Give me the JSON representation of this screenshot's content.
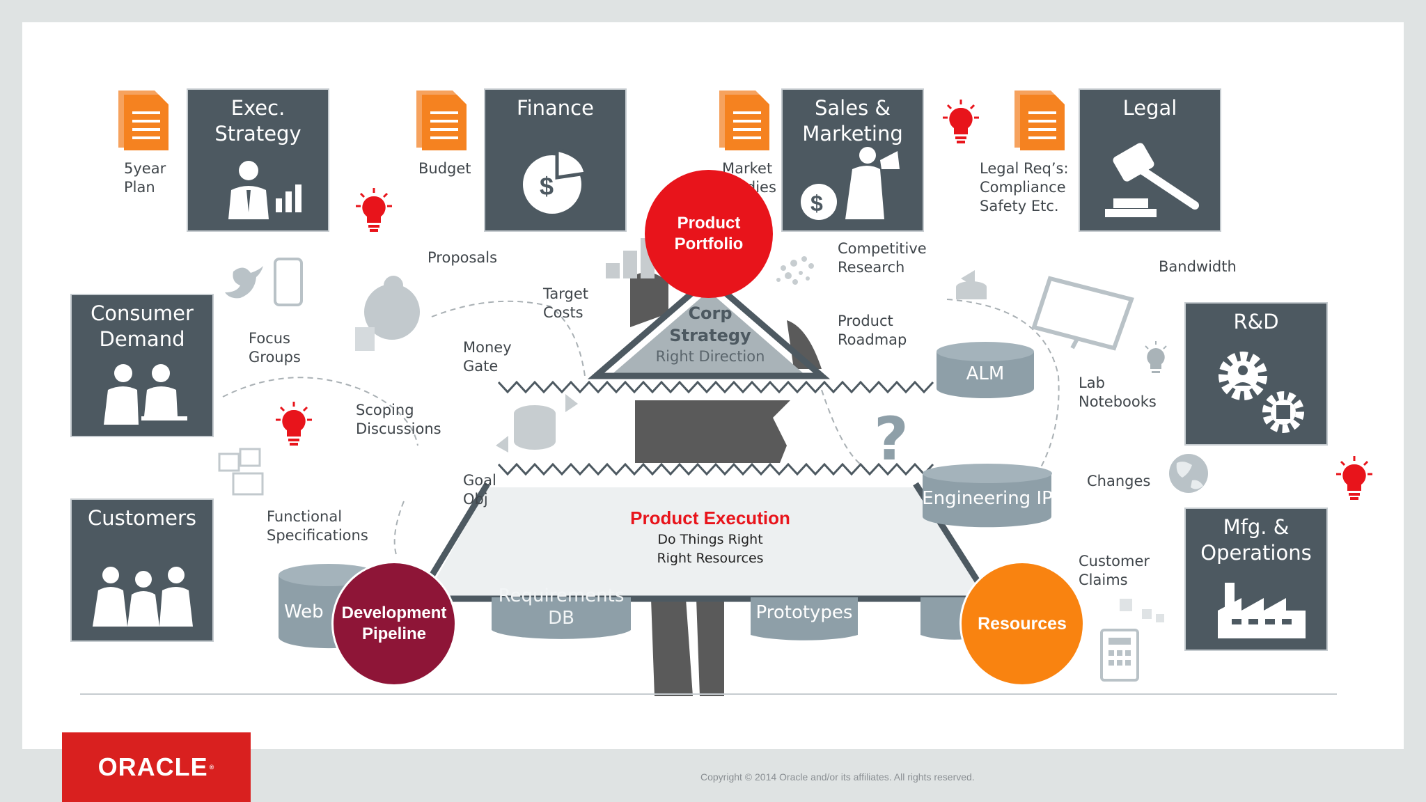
{
  "boxes": {
    "exec": "Exec.\nStrategy",
    "finance": "Finance",
    "sales": "Sales &\nMarketing",
    "legal": "Legal",
    "consumer": "Consumer\nDemand",
    "customers": "Customers",
    "rnd": "R&D",
    "mfg": "Mfg. &\nOperations"
  },
  "labels": {
    "five_year_plan": "5year\nPlan",
    "budget": "Budget",
    "market_studies": "Market\nStudies",
    "legal_req": "Legal Req’s:\nCompliance\nSafety Etc.",
    "proposals": "Proposals",
    "competitive_research": "Competitive\nResearch",
    "bandwidth": "Bandwidth",
    "target_costs": "Target\nCosts",
    "focus_groups": "Focus\nGroups",
    "money_gate": "Money\nGate",
    "product_roadmap": "Product\nRoadmap",
    "lab_notebooks": "Lab\nNotebooks",
    "scoping_discussions": "Scoping\nDiscussions",
    "goal_obj": "Goal\nObj",
    "changes": "Changes",
    "functional_specifications": "Functional\nSpecifications",
    "customer_claims": "Customer\nClaims"
  },
  "pyramid": {
    "corp_strategy": "Corp\nStrategy",
    "right_direction": "Right Direction",
    "product_execution": "Product Execution",
    "do_things_right": "Do Things Right",
    "right_resources": "Right Resources"
  },
  "circles": {
    "product_portfolio": "Product\nPortfolio",
    "development_pipeline": "Development\nPipeline",
    "resources": "Resources"
  },
  "databases": {
    "alm": "ALM",
    "engineering_ip": "Engineering IP",
    "web": "Web",
    "requirements_db": "Requirements\nDB",
    "prototypes": "Prototypes"
  },
  "footer": {
    "logo": "ORACLE",
    "copyright": "Copyright © 2014 Oracle and/or its affiliates. All rights reserved."
  },
  "colors": {
    "box_bg": "#4d5961",
    "doc_orange": "#f58220",
    "red": "#e8141b",
    "maroon": "#8e1537",
    "orange": "#f98310",
    "oracle_red": "#d9201f",
    "cylinder": "#8e9fa8"
  },
  "icons": [
    "document-icon",
    "lightbulb-icon",
    "twitter-icon",
    "phone-icon",
    "gavel-icon",
    "gear-icon",
    "factory-icon",
    "globe-icon",
    "question-icon"
  ]
}
